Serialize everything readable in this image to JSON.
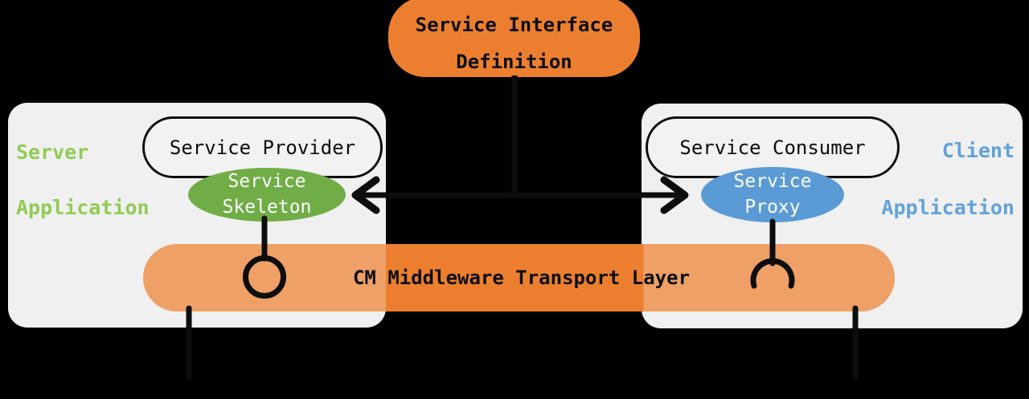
{
  "colors": {
    "background": "#000000",
    "app_box_fill": "#F0F0F0",
    "pill_fill": "#F2F2F2",
    "outline_black": "#0D0D0D",
    "orange": "#EC7F2F",
    "orange_overlay": "#EEA066",
    "green_fill": "#70AD47",
    "green_text": "#90CC55",
    "blue_fill": "#5B9BD5",
    "blue_text": "#62A2DB"
  },
  "title_box": {
    "line1": "Service Interface",
    "line2": "Definition"
  },
  "server": {
    "label_line1": "Server",
    "label_line2": "Application",
    "provider": "Service Provider",
    "skeleton_line1": "Service",
    "skeleton_line2": "Skeleton"
  },
  "client": {
    "label_line1": "Client",
    "label_line2": "Application",
    "consumer": "Service Consumer",
    "proxy_line1": "Service",
    "proxy_line2": "Proxy"
  },
  "transport": {
    "label": "CM Middleware Transport Layer"
  },
  "icons": {
    "provided_interface": "lollipop-ball-connector",
    "required_interface": "socket-connector",
    "interface_arrows": "black-elbow-arrows"
  }
}
